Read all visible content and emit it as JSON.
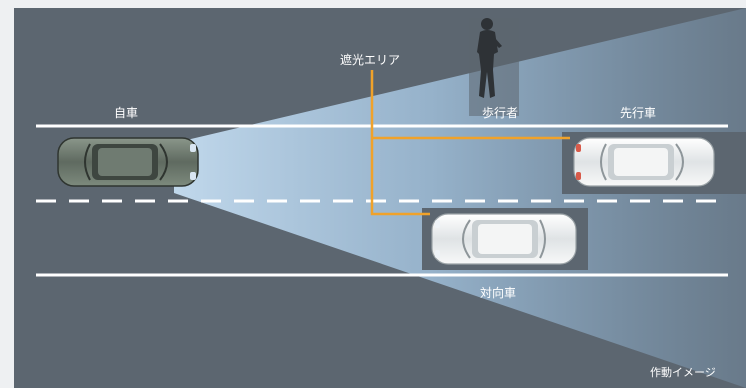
{
  "labels": {
    "own_vehicle": "自車",
    "shading_area": "遮光エリア",
    "pedestrian": "歩行者",
    "preceding_vehicle": "先行車",
    "oncoming_vehicle": "対向車",
    "caption": "作動イメージ"
  },
  "colors": {
    "background": "#5c6670",
    "beam": "#b9d6ef",
    "lane_line": "#ffffff",
    "leader_line": "#f0a22a",
    "own_car_body": "#6e7a70",
    "target_car_body": "#f2f3f3"
  }
}
